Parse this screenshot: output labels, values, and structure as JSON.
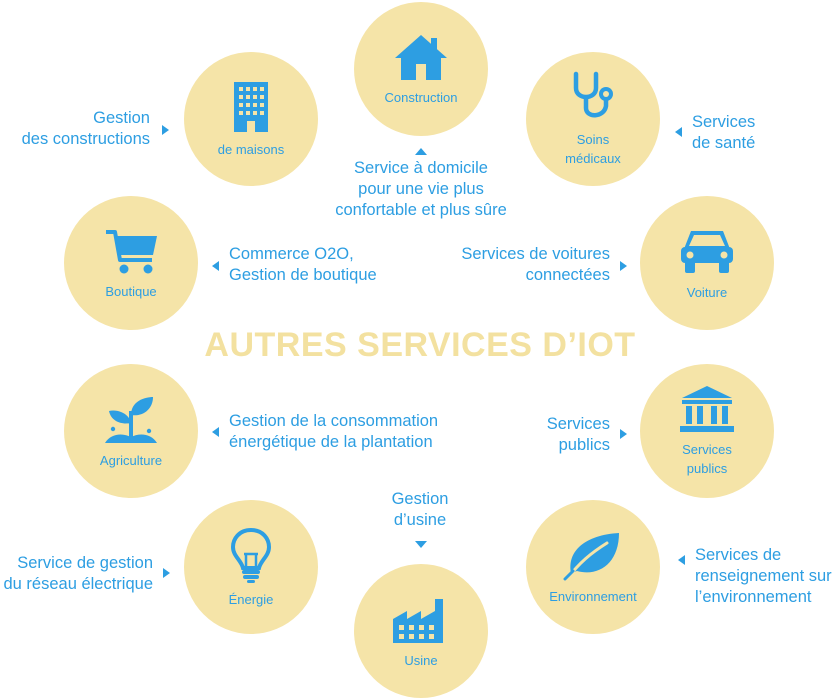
{
  "colors": {
    "accent": "#2d9ee2",
    "circle": "#f5e4a8",
    "title": "#f3e1a0"
  },
  "title": "AUTRES SERVICES D’IOT",
  "nodes": {
    "construction": {
      "label": "Construction",
      "icon": "house-icon"
    },
    "maisons": {
      "label": "de maisons",
      "icon": "building-icon"
    },
    "soins": {
      "label": "Soins\nmédicaux",
      "icon": "stethoscope-icon"
    },
    "boutique": {
      "label": "Boutique",
      "icon": "shopping-cart-icon"
    },
    "voiture": {
      "label": "Voiture",
      "icon": "car-icon"
    },
    "agriculture": {
      "label": "Agriculture",
      "icon": "plant-icon"
    },
    "services_publics": {
      "label": "Services\npublics",
      "icon": "bank-icon"
    },
    "energie": {
      "label": "Énergie",
      "icon": "light-bulb-icon"
    },
    "environnement": {
      "label": "Environnement",
      "icon": "leaf-icon"
    },
    "usine": {
      "label": "Usine",
      "icon": "factory-icon"
    }
  },
  "descriptions": {
    "construction": "Service à domicile\npour une vie plus\nconfortable et plus sûre",
    "maisons": "Gestion\ndes constructions",
    "soins": "Services\nde santé",
    "boutique": "Commerce O2O,\nGestion de boutique",
    "voiture": "Services de voitures\nconnectées",
    "agriculture": "Gestion de la consommation\nénergétique de la plantation",
    "services_publics": "Services\npublics",
    "usine": "Gestion\nd’usine",
    "energie": "Service de gestion\ndu réseau électrique",
    "environnement": "Services de\nrenseignement sur\nl’environnement"
  }
}
